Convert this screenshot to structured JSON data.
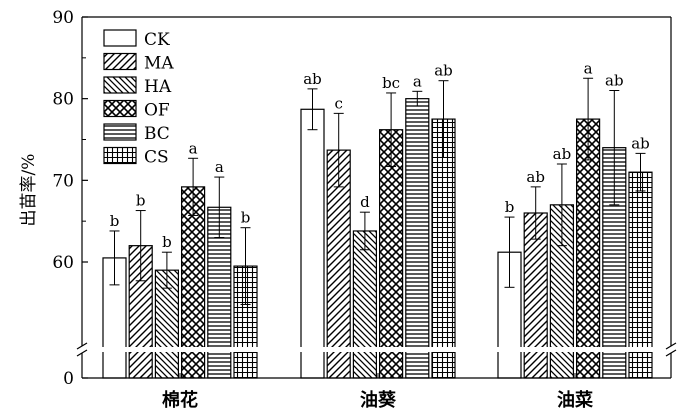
{
  "chart_data": {
    "type": "bar",
    "ylabel": "出苗率/%",
    "ylim": [
      50,
      90
    ],
    "y_ticks": [
      "0",
      "60",
      "70",
      "80",
      "90"
    ],
    "axis_break": true,
    "legend_position": "top-left",
    "categories": [
      "棉花",
      "油葵",
      "油菜"
    ],
    "series": [
      {
        "name": "CK",
        "pattern": "empty",
        "values": [
          60.5,
          78.7,
          61.2
        ],
        "errors": [
          3.3,
          2.5,
          4.3
        ],
        "letters": [
          "b",
          "ab",
          "b"
        ]
      },
      {
        "name": "MA",
        "pattern": "diag-up",
        "values": [
          62.0,
          73.7,
          66.0
        ],
        "errors": [
          4.3,
          4.5,
          3.2
        ],
        "letters": [
          "b",
          "c",
          "ab"
        ]
      },
      {
        "name": "HA",
        "pattern": "diag-down",
        "values": [
          59.0,
          63.8,
          67.0
        ],
        "errors": [
          2.2,
          2.3,
          5.0
        ],
        "letters": [
          "b",
          "d",
          "ab"
        ]
      },
      {
        "name": "OF",
        "pattern": "crosshatch",
        "values": [
          69.2,
          76.2,
          77.5
        ],
        "errors": [
          3.5,
          4.5,
          5.0
        ],
        "letters": [
          "a",
          "bc",
          "a"
        ]
      },
      {
        "name": "BC",
        "pattern": "horizontal",
        "values": [
          66.7,
          80.0,
          74.0
        ],
        "errors": [
          3.7,
          0.9,
          7.0
        ],
        "letters": [
          "a",
          "a",
          "ab"
        ]
      },
      {
        "name": "CS",
        "pattern": "grid",
        "values": [
          59.5,
          77.5,
          71.0
        ],
        "errors": [
          4.7,
          4.7,
          2.3
        ],
        "letters": [
          "b",
          "ab",
          "ab"
        ]
      }
    ]
  }
}
